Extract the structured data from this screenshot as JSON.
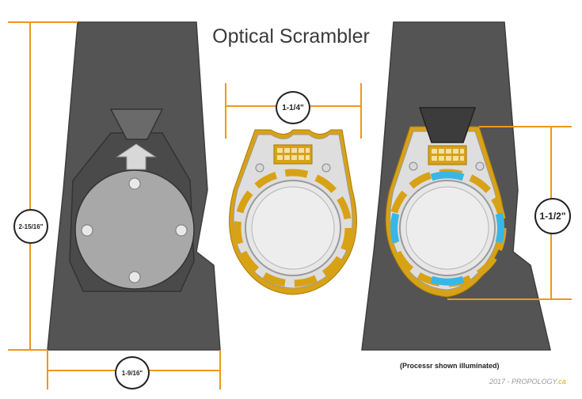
{
  "title": "Optical Scrambler",
  "dimensions": {
    "height_left": "2-15/16\"",
    "width_left": "1-9/16\"",
    "width_center": "1-1/4\"",
    "height_right": "1-1/2\""
  },
  "caption": "(Processr shown illuminated)",
  "credit": {
    "prefix": "2017 - ",
    "brand": "PROPOLOGY",
    "tld": ".ca"
  },
  "colors": {
    "housing": "#545454",
    "housing_edge": "#3a3a3a",
    "plate_gray": "#a8a8a8",
    "lens": "#e2e2e2",
    "accent_gold": "#d8a217",
    "dimension_orange": "#f0961e",
    "illuminated_blue": "#39b6e8"
  }
}
